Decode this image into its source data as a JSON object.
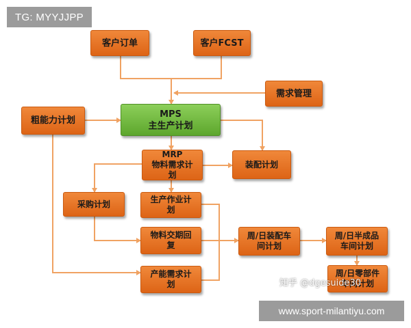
{
  "overlay": {
    "tg_label": "TG: MYYJJPP",
    "url_label": "www.sport-milantiyu.com",
    "watermark": "知乎 @dgesuide30"
  },
  "nodes": {
    "order": "客户订单",
    "fcst": "客户FCST",
    "demand_mgmt": "需求管理",
    "rough_capacity": "粗能力计划",
    "mps": "MPS\n主生产计划",
    "mrp": "MRP\n物料需求计\n划",
    "assembly": "装配计划",
    "purchase": "采购计划",
    "production": "生产作业计\n划",
    "material_reply": "物料交期回\n复",
    "capacity_demand": "产能需求计\n划",
    "weekly_assembly": "周/日装配车\n间计划",
    "weekly_semi": "周/日半成品\n车间计划",
    "weekly_parts": "周/日零部件\n车间计划"
  },
  "colors": {
    "node": "#e8752a",
    "mps": "#72bb45",
    "arrow": "#f0a262"
  }
}
